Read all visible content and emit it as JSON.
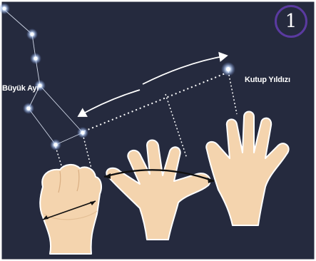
{
  "figure": {
    "panel_number": "1",
    "labels": {
      "big_dipper": "Büyük Ayı",
      "north_star": "Kutup Yıldızı"
    }
  },
  "colors": {
    "sky": "#252a3e",
    "frame": "#ffffff",
    "star": "#dbe9ff",
    "badge_ring": "#5a3aa0",
    "skin": "#f4d4ae",
    "measure_arc": "#111111"
  },
  "icons": [
    "star-icon",
    "fist-hand",
    "spread-hand",
    "open-hand"
  ]
}
